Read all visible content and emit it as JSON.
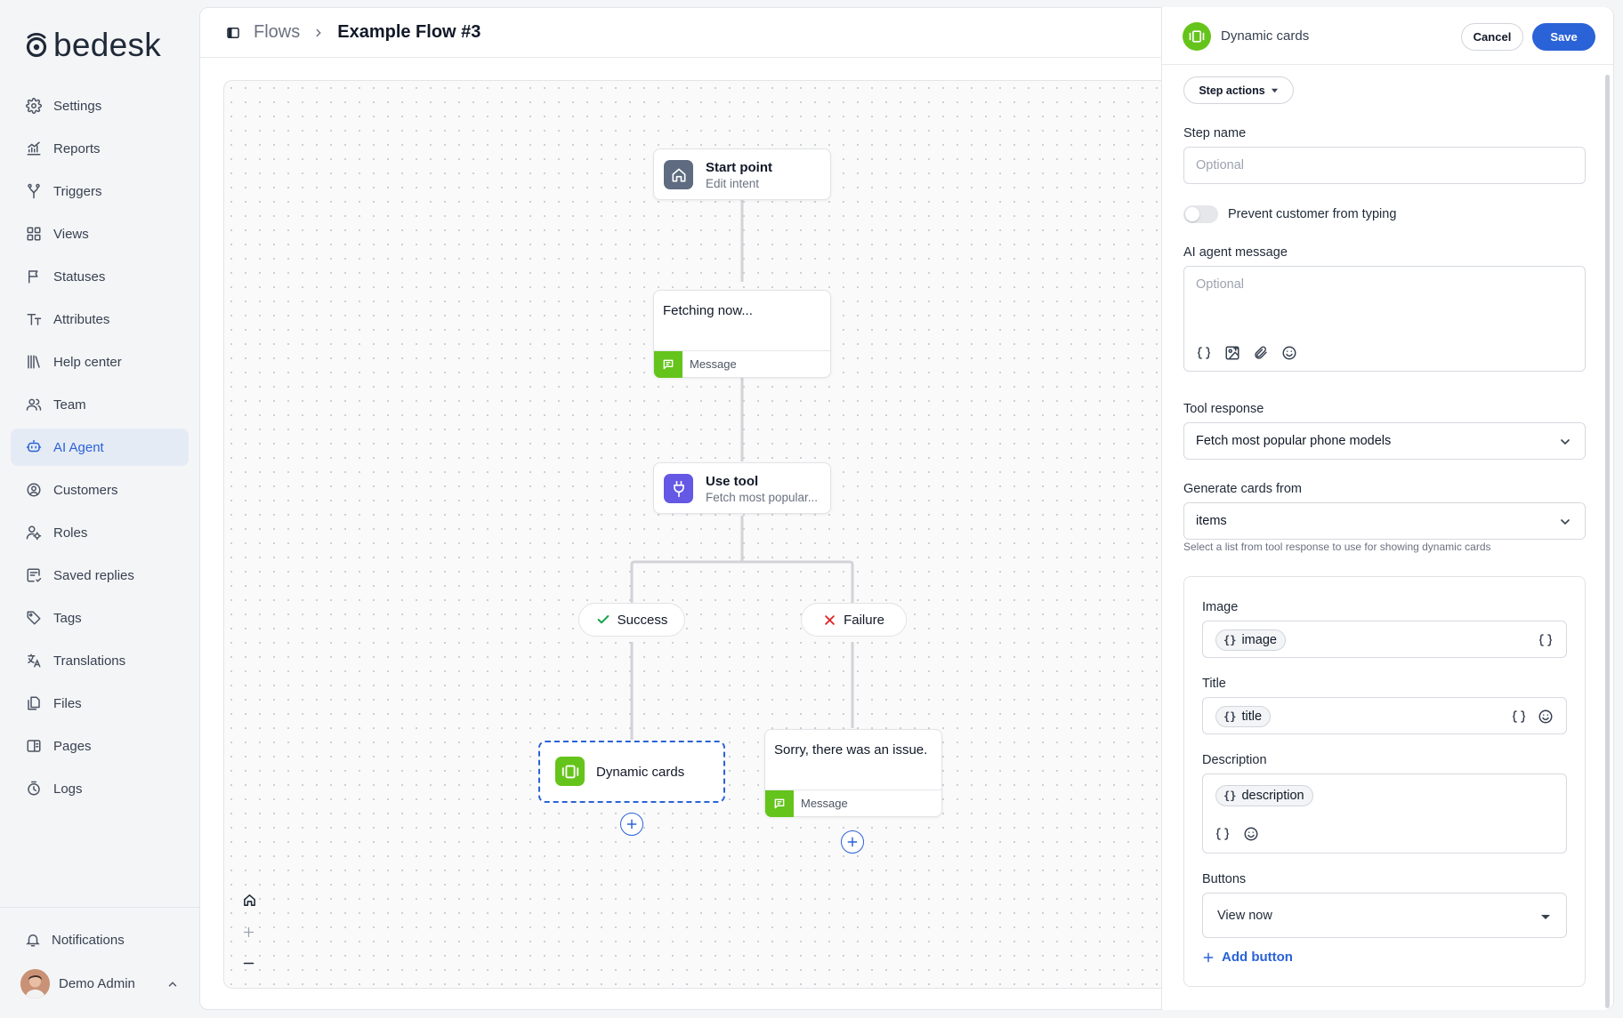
{
  "app": {
    "brand": "bedesk"
  },
  "sidebar": {
    "items": [
      {
        "label": "Settings",
        "icon": "gear-icon"
      },
      {
        "label": "Reports",
        "icon": "chart-icon"
      },
      {
        "label": "Triggers",
        "icon": "branch-icon"
      },
      {
        "label": "Views",
        "icon": "grid-icon"
      },
      {
        "label": "Statuses",
        "icon": "flag-icon"
      },
      {
        "label": "Attributes",
        "icon": "text-size-icon"
      },
      {
        "label": "Help center",
        "icon": "books-icon"
      },
      {
        "label": "Team",
        "icon": "users-icon"
      },
      {
        "label": "AI Agent",
        "icon": "bot-icon",
        "active": true
      },
      {
        "label": "Customers",
        "icon": "user-circle-icon"
      },
      {
        "label": "Roles",
        "icon": "user-key-icon"
      },
      {
        "label": "Saved replies",
        "icon": "saved-reply-icon"
      },
      {
        "label": "Tags",
        "icon": "tag-icon"
      },
      {
        "label": "Translations",
        "icon": "language-icon"
      },
      {
        "label": "Files",
        "icon": "files-icon"
      },
      {
        "label": "Pages",
        "icon": "pages-icon"
      },
      {
        "label": "Logs",
        "icon": "clock-icon"
      }
    ],
    "notifications": "Notifications",
    "user": "Demo Admin"
  },
  "header": {
    "breadcrumb_root": "Flows",
    "breadcrumb_current": "Example Flow #3"
  },
  "flow": {
    "start": {
      "title": "Start point",
      "subtitle": "Edit intent"
    },
    "fetch": {
      "text": "Fetching now...",
      "type": "Message"
    },
    "tool": {
      "title": "Use tool",
      "subtitle": "Fetch most popular..."
    },
    "success": "Success",
    "failure": "Failure",
    "cards": {
      "title": "Dynamic cards"
    },
    "error": {
      "text": "Sorry, there was an issue.",
      "type": "Message"
    }
  },
  "panel": {
    "title": "Dynamic cards",
    "cancel": "Cancel",
    "save": "Save",
    "step_actions": "Step actions",
    "step_name_label": "Step name",
    "step_name_placeholder": "Optional",
    "prevent_typing": "Prevent customer from typing",
    "ai_message_label": "AI agent message",
    "ai_message_placeholder": "Optional",
    "tool_response_label": "Tool response",
    "tool_response_value": "Fetch most popular phone models",
    "generate_label": "Generate cards from",
    "generate_value": "items",
    "generate_hint": "Select a list from tool response to use for showing dynamic cards",
    "image_label": "Image",
    "image_var": "image",
    "title_label": "Title",
    "title_var": "title",
    "description_label": "Description",
    "description_var": "description",
    "buttons_label": "Buttons",
    "buttons_value": "View now",
    "add_button": "Add button"
  },
  "colors": {
    "accent": "#2a62d8",
    "green": "#65c41b",
    "tool": "#6458e4",
    "start": "#5e6b80"
  }
}
